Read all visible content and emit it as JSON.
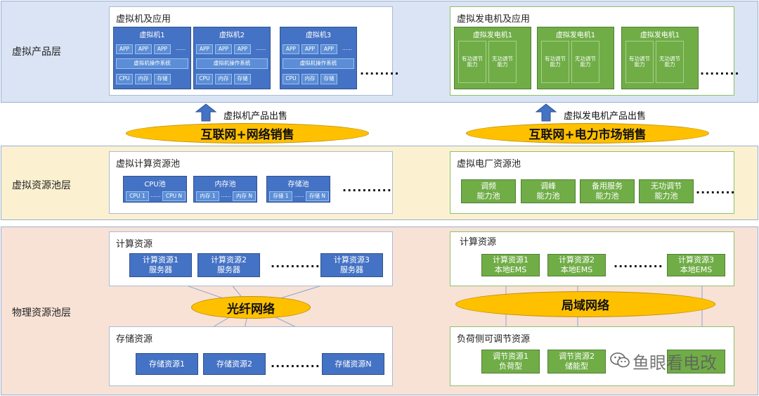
{
  "layers": {
    "product": "虚拟产品层",
    "pool": "虚拟资源池层",
    "physical": "物理资源池层"
  },
  "vm_panel": {
    "title": "虚拟机及应用",
    "machines": [
      {
        "name": "虚拟机1",
        "apps": [
          "APP",
          "APP",
          "APP"
        ],
        "app_dots": "......",
        "os": "虚拟机操作系统",
        "hw": [
          "CPU",
          "内存",
          "存储"
        ]
      },
      {
        "name": "虚拟机2",
        "apps": [
          "APP",
          "APP",
          "APP"
        ],
        "app_dots": "......",
        "os": "虚拟机操作系统",
        "hw": [
          "CPU",
          "内存",
          "存储"
        ]
      },
      {
        "name": "虚拟机3",
        "apps": [
          "APP",
          "APP",
          "APP"
        ],
        "app_dots": "......",
        "os": "虚拟机操作系统",
        "hw": [
          "CPU",
          "内存",
          "存储"
        ]
      }
    ],
    "more": "........"
  },
  "vpp_panel": {
    "title": "虚拟发电机及应用",
    "generators": [
      {
        "name": "虚拟发电机1",
        "caps": [
          "有功调节\n能力",
          "无功调节\n能力"
        ]
      },
      {
        "name": "虚拟发电机1",
        "caps": [
          "有功调节\n能力",
          "无功调节\n能力"
        ]
      },
      {
        "name": "虚拟发电机1",
        "caps": [
          "有功调节\n能力",
          "无功调节\n能力"
        ]
      }
    ],
    "more": "........"
  },
  "sales": {
    "left_label": "虚拟机产品出售",
    "left_channel": "互联网+网络销售",
    "right_label": "虚拟发电机产品出售",
    "right_channel": "互联网+电力市场销售"
  },
  "compute_pool": {
    "title": "虚拟计算资源池",
    "pools": [
      {
        "name": "CPU池",
        "first": "CPU 1",
        "dots": "......",
        "last": "CPU N"
      },
      {
        "name": "内存池",
        "first": "内存 1",
        "dots": "......",
        "last": "内存 N"
      },
      {
        "name": "存储池",
        "first": "存储 1",
        "dots": "......",
        "last": "存储 N"
      }
    ],
    "more": ".........."
  },
  "plant_pool": {
    "title": "虚拟电厂资源池",
    "pools": [
      "调频\n能力池",
      "调峰\n能力池",
      "备用服务\n能力池",
      "无功调节\n能力池"
    ],
    "more": "........"
  },
  "phys_compute": {
    "title": "计算资源",
    "items": [
      "计算资源1\n服务器",
      "计算资源2\n服务器",
      "计算资源3\n服务器"
    ],
    "more": ".........."
  },
  "fiber": "光纤网络",
  "storage": {
    "title": "存储资源",
    "items": [
      "存储资源1",
      "存储资源2",
      "存储资源N"
    ],
    "more": ".........."
  },
  "vpp_compute": {
    "title": "计算资源",
    "items": [
      "计算资源1\n本地EMS",
      "计算资源2\n本地EMS",
      "计算资源3\n本地EMS"
    ],
    "more": ".........."
  },
  "lan": "局域网络",
  "load": {
    "title": "负荷侧可调节资源",
    "items": [
      "调节资源1\n负荷型",
      "调节资源2\n储能型"
    ]
  },
  "watermark": "鱼眼看电改",
  "colors": {
    "blue": "#4472c4",
    "green": "#70ad47",
    "gold": "#ffc000"
  }
}
